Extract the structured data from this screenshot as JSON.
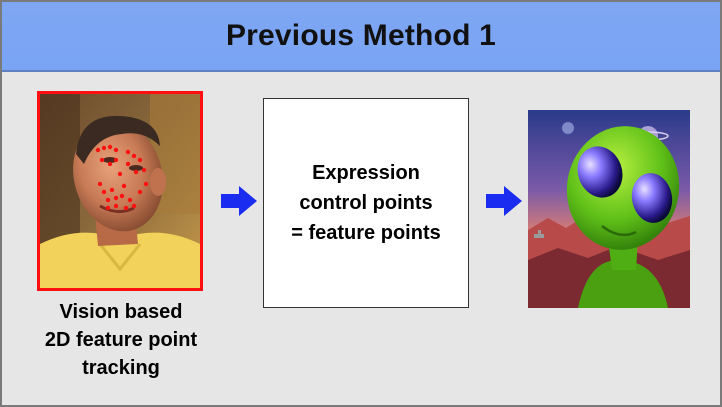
{
  "title": "Previous Method 1",
  "source_image": {
    "description_icon": "face-photo-with-feature-points",
    "caption_lines": [
      "Vision based",
      "2D feature point",
      "tracking"
    ],
    "marker_color": "#ff1010"
  },
  "process_box": {
    "lines": [
      "Expression",
      "control points",
      "= feature points"
    ]
  },
  "target_image": {
    "icon": "alien-character-render"
  },
  "colors": {
    "title_bar": "#7aa4f4",
    "background": "#e6e6e6",
    "arrow": "#1a2cf0",
    "photo_border": "#ff1010"
  }
}
